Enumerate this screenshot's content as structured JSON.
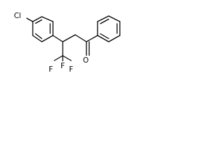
{
  "molecule": {
    "atoms": {
      "chlorine": "Cl",
      "oxygen": "O",
      "fluorine_top": "F",
      "fluorine_left": "F",
      "fluorine_right": "F"
    }
  }
}
